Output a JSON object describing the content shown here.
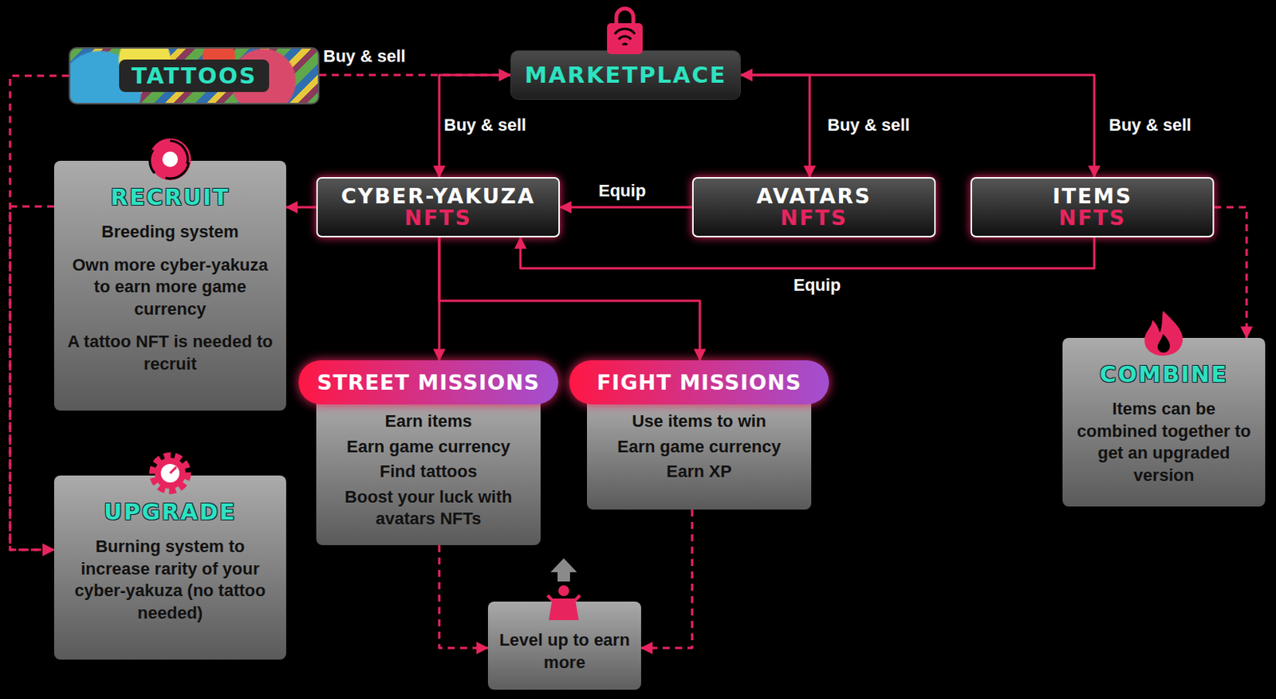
{
  "diagram": {
    "nodes": [
      {
        "text": [
          "TATTOOS"
        ]
      },
      {
        "text": [
          "MARKETPLACE"
        ]
      },
      {
        "text": [
          "RECRUIT",
          "Breeding system",
          "Own more cyber-yakuza to earn more game currency",
          "A tattoo NFT is needed to recruit"
        ]
      },
      {
        "text": [
          "CYBER-YAKUZA",
          "NFTS"
        ]
      },
      {
        "text": [
          "AVATARS",
          "NFTS"
        ]
      },
      {
        "text": [
          "ITEMS",
          "NFTS"
        ]
      },
      {
        "text": [
          "STREET MISSIONS",
          "Earn items",
          "Earn game currency",
          "Find tattoos",
          "Boost your luck with avatars NFTs"
        ]
      },
      {
        "text": [
          "FIGHT MISSIONS",
          "Use items to win",
          "Earn game currency",
          "Earn XP"
        ]
      },
      {
        "text": [
          "COMBINE",
          "Items can be combined together to get an upgraded version"
        ]
      },
      {
        "text": [
          "UPGRADE",
          "Burning system to increase rarity of your cyber-yakuza (no tattoo needed)"
        ]
      },
      {
        "text": [
          "Level up to earn more"
        ]
      }
    ],
    "edges": [
      {
        "from": 0,
        "to": 1,
        "label": "Buy & sell",
        "arrow": "to"
      },
      {
        "from": 1,
        "to": 3,
        "label": "Buy & sell",
        "arrow": "both"
      },
      {
        "from": 1,
        "to": 4,
        "label": "Buy & sell",
        "arrow": "both"
      },
      {
        "from": 1,
        "to": 5,
        "label": "Buy & sell",
        "arrow": "both"
      },
      {
        "from": 4,
        "to": 3,
        "label": "Equip",
        "arrow": "to"
      },
      {
        "from": 5,
        "to": 3,
        "label": "Equip",
        "arrow": "to"
      },
      {
        "from": 3,
        "to": 2,
        "arrow": "to"
      },
      {
        "from": 3,
        "to": 6,
        "arrow": "to"
      },
      {
        "from": 3,
        "to": 7,
        "arrow": "to"
      },
      {
        "from": 5,
        "to": 8,
        "arrow": "to"
      },
      {
        "from": 0,
        "to": 9,
        "arrow": "to"
      },
      {
        "from": 2,
        "to": 9,
        "arrow": "to"
      },
      {
        "from": 6,
        "to": 10,
        "arrow": "to"
      },
      {
        "from": 7,
        "to": 10,
        "arrow": "to"
      }
    ]
  }
}
